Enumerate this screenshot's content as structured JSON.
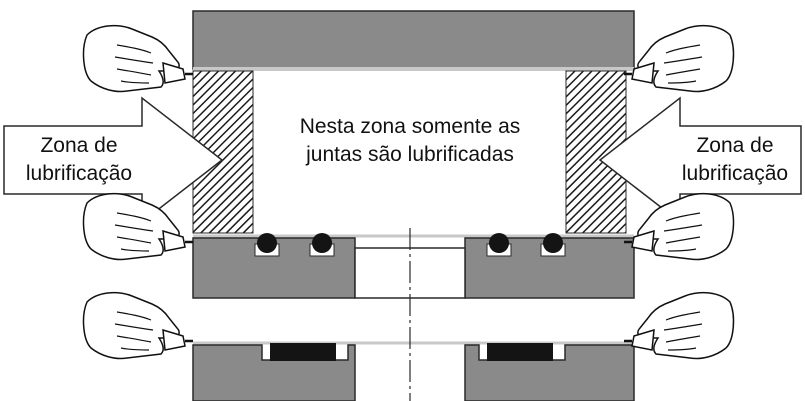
{
  "labels": {
    "left_zone_line1": "Zona de",
    "left_zone_line2": "lubrificação",
    "right_zone_line1": "Zona de",
    "right_zone_line2": "lubrificação",
    "center_line1": "Nesta zona somente as",
    "center_line2": "juntas são lubrificadas"
  },
  "colors": {
    "steel": "#8a8a8a",
    "steel_edge": "#2a2a2a",
    "lubricant_film": "#c8c8c8",
    "seal_dark": "#141414",
    "background": "#ffffff"
  },
  "icons": {
    "applicator": "hand-grease-gun-icon",
    "arrow": "hollow-arrow-icon",
    "hatch": "hatched-lubrication-zone"
  }
}
